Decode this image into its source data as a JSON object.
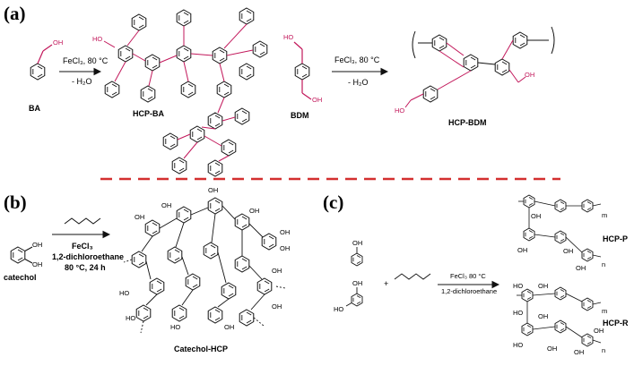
{
  "panels": {
    "a": {
      "label": "(a)",
      "reaction1": {
        "reactant": "BA",
        "conditions_line1": "FeCl₃, 80 °C",
        "conditions_line2": "- H₂O",
        "product": "HCP-BA"
      },
      "reaction2": {
        "reactant": "BDM",
        "conditions_line1": "FeCl₃, 80 °C",
        "conditions_line2": "- H₂O",
        "product": "HCP-BDM"
      }
    },
    "b": {
      "label": "(b)",
      "reactant": "catechol",
      "conditions_line1": "FeCl₃",
      "conditions_line2": "1,2-dichloroethane",
      "conditions_line3": "80 °C, 24 h",
      "product": "Catechol-HCP"
    },
    "c": {
      "label": "(c)",
      "plus": "+",
      "conditions_line1": "FeCl₃  80 °C",
      "conditions_line2": "1,2-dichloroethane",
      "products": [
        "HCP-P",
        "HCP-R"
      ]
    }
  },
  "atoms": {
    "hydroxyl": "OH",
    "ho": "HO",
    "repeat_m": "m",
    "repeat_n": "n"
  },
  "colors": {
    "divider": "#d32f2f",
    "highlight": "#c2185b",
    "ink": "#111111"
  }
}
